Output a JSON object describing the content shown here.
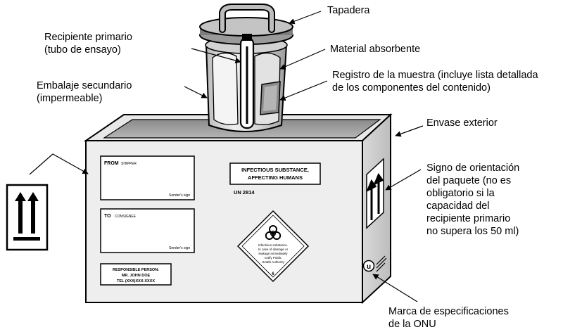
{
  "labels": {
    "tapadera": "Tapadera",
    "recipiente_primario": "Recipiente primario\n(tubo de ensayo)",
    "material_absorbente": "Material absorbente",
    "registro": "Registro de la muestra (incluye lista detallada\nde los componentes del contenido)",
    "embalaje_secundario": "Embalaje secundario\n(impermeable)",
    "envase_exterior": "Envase exterior",
    "signo_orientacion": "Signo de orientación\ndel paquete (no es\nobligatorio si la\ncapacidad del\nrecipiente primario\nno supera los 50 ml)",
    "marca_onu": "Marca de especificaciones\nde la ONU"
  },
  "box_text": {
    "from": "FROM",
    "from_sub": "SHIPPER",
    "to": "TO",
    "to_sub": "CONSIGNEE",
    "responsible": "RESPONSIBLE PERSON:",
    "responsible_name": "MR. JOHN DOE",
    "responsible_tel": "TEL (XXX)XXX-XXXX",
    "infectious_line1": "INFECTIOUS SUBSTANCE,",
    "infectious_line2": "AFFECTING HUMANS",
    "un_number": "UN 2814",
    "diamond_text1": "Infectious substance.",
    "diamond_text2": "In case of damage or",
    "diamond_text3": "leakage immediately",
    "diamond_text4": "notify Public",
    "diamond_text5": "Health Authority",
    "diamond_class": "6",
    "small_sign": "Sender's sign",
    "small_sign2": "Sender's sign"
  },
  "colors": {
    "ink": "#000000",
    "box_fill": "#e6e6e6",
    "box_side": "#c9c9c9",
    "box_top": "#9a9a9a",
    "container": "#d8d8d8",
    "paper": "#ffffff"
  },
  "icons": [
    "orientation-arrows-icon",
    "biohazard-icon",
    "un-specification-mark-icon"
  ]
}
